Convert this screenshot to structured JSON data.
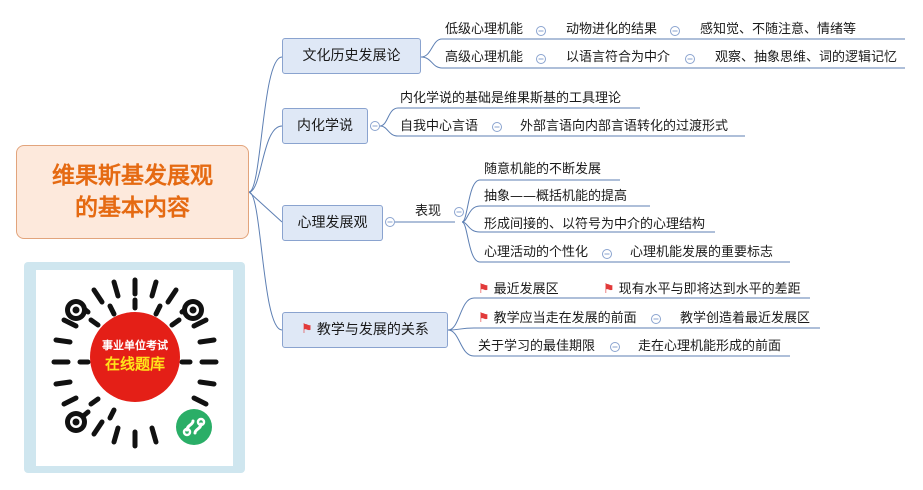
{
  "central_topic": "维果斯基发展观\n的基本内容",
  "colors": {
    "central_text": "#e56a12",
    "branch_fill": "#dfe8f6",
    "line": "#5d7fb3",
    "flag": "#e23a3a",
    "badge": "#e41f17"
  },
  "branches": {
    "b1": {
      "label": "文化历史发展论"
    },
    "b2": {
      "label": "内化学说"
    },
    "b3": {
      "label": "心理发展观"
    },
    "b4": {
      "label": "教学与发展的关系"
    }
  },
  "b1": {
    "low": "低级心理机能",
    "low_c1": "动物进化的结果",
    "low_c2": "感知觉、不随注意、情绪等",
    "high": "高级心理机能",
    "high_c1": "以语言符合为中介",
    "high_c2": "观察、抽象思维、词的逻辑记忆"
  },
  "b2": {
    "n1": "内化学说的基础是维果斯基的工具理论",
    "n2": "自我中心言语",
    "n2_c1": "外部言语向内部言语转化的过渡形式"
  },
  "b3": {
    "mid": "表现",
    "n1": "随意机能的不断发展",
    "n2": "抽象——概括机能的提高",
    "n3": "形成间接的、以符号为中介的心理结构",
    "n4": "心理活动的个性化",
    "n4_c1": "心理机能发展的重要标志"
  },
  "b4": {
    "n1": "最近发展区",
    "n1_c1": "现有水平与即将达到水平的差距",
    "n2": "教学应当走在发展的前面",
    "n2_c1": "教学创造着最近发展区",
    "n3": "关于学习的最佳期限",
    "n3_c1": "走在心理机能形成的前面"
  },
  "qr": {
    "badge_line1": "事业单位考试",
    "badge_line2": "在线题库"
  },
  "icons": {
    "collapse": "minus-circle-icon",
    "flag": "flag-icon",
    "miniprogram": "miniprogram-icon"
  }
}
